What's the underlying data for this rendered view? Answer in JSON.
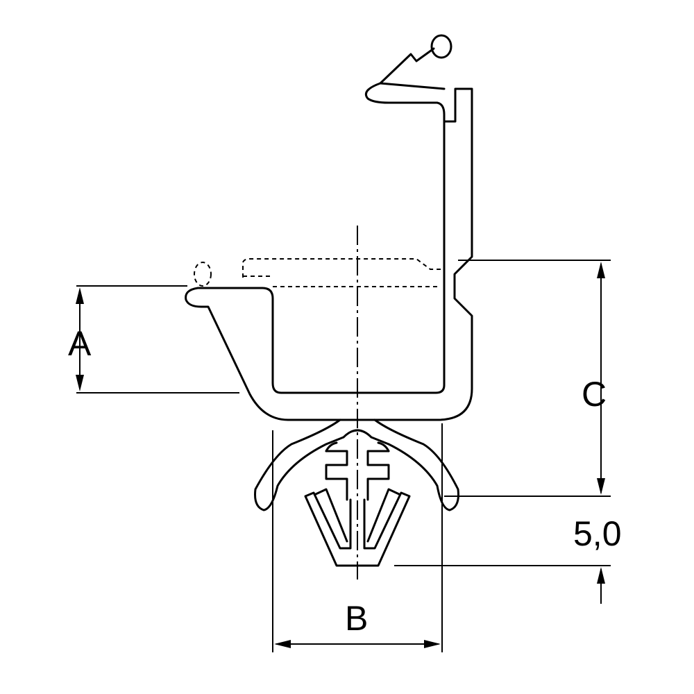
{
  "dimensions": {
    "a": "A",
    "b": "B",
    "c": "C",
    "gap": "5,0"
  }
}
